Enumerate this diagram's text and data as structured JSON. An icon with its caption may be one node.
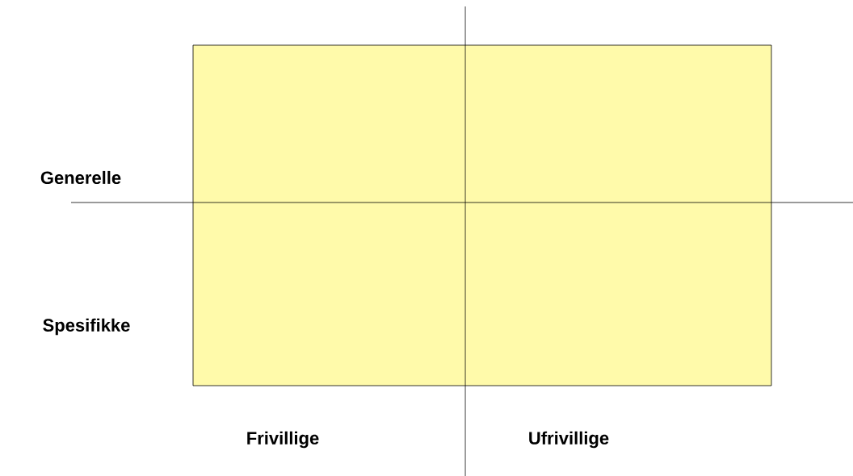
{
  "diagram": {
    "labels": [
      "Generelle",
      "Spesifikke",
      "Frivillige",
      "Ufrivillige"
    ]
  }
}
